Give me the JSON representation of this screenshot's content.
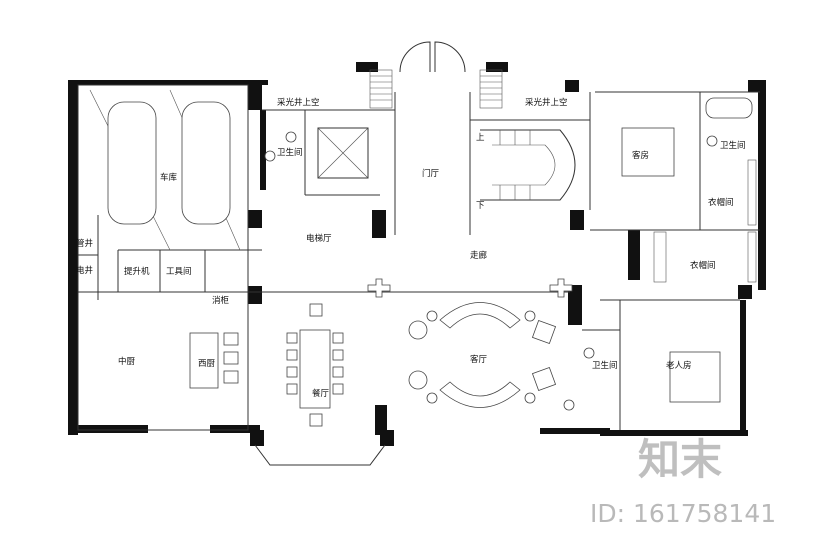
{
  "rooms": {
    "garage": "车库",
    "elevator_hall": "电梯厅",
    "foyer": "门厅",
    "corridor": "走廊",
    "skylight_left": "采光井上空",
    "skylight_right": "采光井上空",
    "bath_left": "卫生间",
    "bath_right_top": "卫生间",
    "bath_right_bottom": "卫生间",
    "guest_room": "客房",
    "closet_top": "衣帽间",
    "closet_mid": "衣帽间",
    "elder_room": "老人房",
    "pipe_shaft": "管井",
    "elec_shaft": "电井",
    "lift_machine": "提升机",
    "tool_room": "工具间",
    "disinfect_cabinet": "消柜",
    "chinese_kitchen": "中厨",
    "western_kitchen": "西厨",
    "dining_room": "餐厅",
    "living_room": "客厅"
  },
  "stair_marks": {
    "up": "上",
    "down": "下"
  },
  "watermark": {
    "logo_text": "知末",
    "id_text": "ID: 161758141"
  },
  "colors": {
    "wall": "#111111",
    "line": "#333333",
    "watermark": "#b9b9b9"
  }
}
